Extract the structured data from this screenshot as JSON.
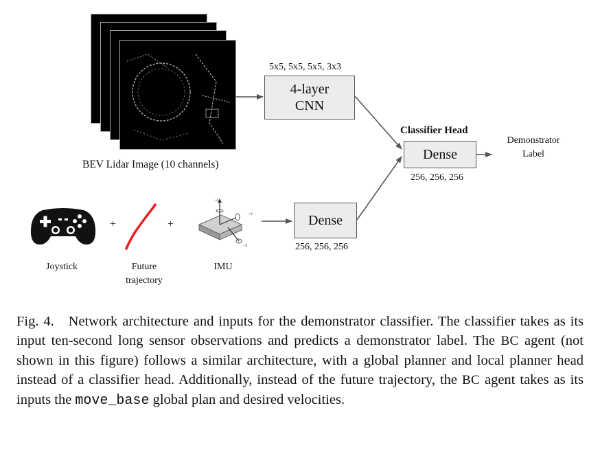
{
  "figure": {
    "bev_input": {
      "label": "BEV Lidar Image (10 channels)",
      "icon": "lidar-image-stack"
    },
    "cnn": {
      "kernel_sizes": "5x5, 5x5, 5x5, 3x3",
      "title_line1": "4-layer",
      "title_line2": "CNN"
    },
    "classifier_head": {
      "heading": "Classifier Head",
      "block_label": "Dense",
      "units": "256, 256, 256"
    },
    "output": {
      "line1": "Demonstrator",
      "line2": "Label"
    },
    "lower_inputs": [
      {
        "label": "Joystick",
        "icon": "gamepad-icon"
      },
      {
        "label_line1": "Future",
        "label_line2": "trajectory",
        "icon": "trajectory-curve-icon"
      },
      {
        "label": "IMU",
        "icon": "imu-axes-icon"
      }
    ],
    "plus_sign": "+",
    "sensor_dense": {
      "block_label": "Dense",
      "units": "256, 256, 256"
    }
  },
  "caption": {
    "fig_label": "Fig. 4.",
    "text_1": "Network architecture and inputs for the demonstrator classifier. The classifier takes as its input ten-second long sensor observations and predicts a demonstrator label. The ",
    "bc_1": "BC",
    "text_2": " agent (not shown in this figure) follows a similar architecture, with a global planner and local planner head instead of a classifier head. Additionally, instead of the future trajectory, the ",
    "bc_2": "BC",
    "text_3": " agent takes as its inputs the ",
    "code": "move_base",
    "text_4": " global plan and desired velocities."
  }
}
